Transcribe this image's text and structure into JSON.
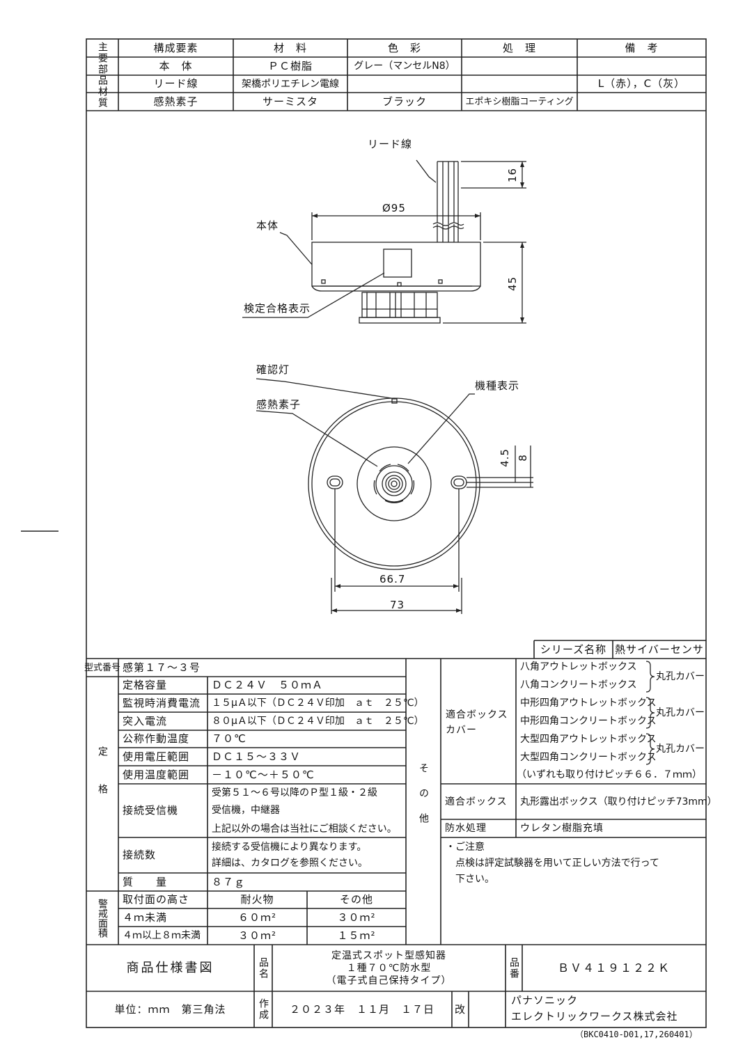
{
  "materials": {
    "side_label": "主要部品材質",
    "headers": [
      "構成要素",
      "材　料",
      "色　彩",
      "処　理",
      "備　考"
    ],
    "rows": [
      [
        "本　体",
        "ＰＣ樹脂",
        "グレー（マンセルN8）",
        "",
        ""
      ],
      [
        "リード線",
        "架橋ポリエチレン電線",
        "",
        "",
        "L（赤），C（灰）"
      ],
      [
        "感熱素子",
        "サーミスタ",
        "ブラック",
        "エポキシ樹脂コーティング",
        ""
      ]
    ]
  },
  "drawing": {
    "lead_label": "リード線",
    "body_label": "本体",
    "cert_label": "検定合格表示",
    "lamp_label": "確認灯",
    "sensor_label": "感熱素子",
    "model_label": "機種表示",
    "dim_16": "16",
    "dim_95": "Ø95",
    "dim_45": "45",
    "dim_45b": "4.5",
    "dim_8": "8",
    "dim_667": "66.7",
    "dim_73": "73"
  },
  "series": {
    "label": "シリーズ名称",
    "value": "熱サイバーセンサ"
  },
  "spec": {
    "model_label": "型式番号",
    "model_value": "感第１７～３号",
    "rating_label": "定格",
    "rows": [
      {
        "k": "定格容量",
        "v": "ＤＣ２４Ｖ　５０ｍＡ"
      },
      {
        "k": "監視時消費電流",
        "v": "１５μＡ以下（ＤＣ２４Ｖ印加　ａｔ　２５℃）"
      },
      {
        "k": "突入電流",
        "v": "８０μＡ以下（ＤＣ２４Ｖ印加　ａｔ　２５℃）"
      },
      {
        "k": "公称作動温度",
        "v": "７０℃"
      },
      {
        "k": "使用電圧範囲",
        "v": "ＤＣ１５～３３Ｖ"
      },
      {
        "k": "使用温度範囲",
        "v": "－１０℃～＋５０℃"
      }
    ],
    "receiver_label": "接続受信機",
    "receiver_lines": [
      "受第５１～６号以降のＰ型１級・２級",
      "受信機，中継器",
      "上記以外の場合は当社にご相談ください。"
    ],
    "count_label": "接続数",
    "count_lines": [
      "接続する受信機により異なります。",
      "詳細は、カタログを参照ください。"
    ],
    "mass_label": "質　　量",
    "mass_value": "８７ｇ",
    "area_label": "警戒面積",
    "area_header": [
      "取付面の高さ",
      "耐火物",
      "その他"
    ],
    "area_rows": [
      [
        "４ｍ未満",
        "６０ｍ²",
        "３０ｍ²"
      ],
      [
        "４ｍ以上８ｍ未満",
        "３０ｍ²",
        "１５ｍ²"
      ]
    ]
  },
  "other": {
    "label": "その他",
    "box_cover_label": "適合ボックスカバー",
    "box_cover_items": [
      [
        "八角アウトレットボックス",
        "八角コンクリートボックス"
      ],
      [
        "中形四角アウトレットボックス",
        "中形四角コンクリートボックス"
      ],
      [
        "大型四角アウトレットボックス",
        "大型四角コンクリートボックス"
      ]
    ],
    "cover_type": "丸孔カバー",
    "pitch_note": "（いずれも取り付けピッチ６６．７ｍｍ）",
    "box_label": "適合ボックス",
    "box_value": "丸形露出ボックス（取り付けピッチ73mm）",
    "water_label": "防水処理",
    "water_value": "ウレタン樹脂充填",
    "notes": [
      "・ご注意",
      "点検は評定試験器を用いて正しい方法で行って",
      "下さい。"
    ]
  },
  "titleblock": {
    "doc_title": "商品仕様書図",
    "name_label": "品名",
    "name_lines": [
      "定温式スポット型感知器",
      "１種７０℃防水型",
      "（電子式自己保持タイプ）"
    ],
    "num_label": "品番",
    "num_value": "ＢＶ４１９１２２Ｋ",
    "unit": "単位：ｍｍ　第三角法",
    "made_label": "作成",
    "date": "２０２３年　１１月　１７日",
    "rev_label": "改",
    "company_lines": [
      "パナソニック",
      "エレクトリックワークス株式会社"
    ],
    "footer_code": "（BKC0410-D01,17,260401）"
  }
}
